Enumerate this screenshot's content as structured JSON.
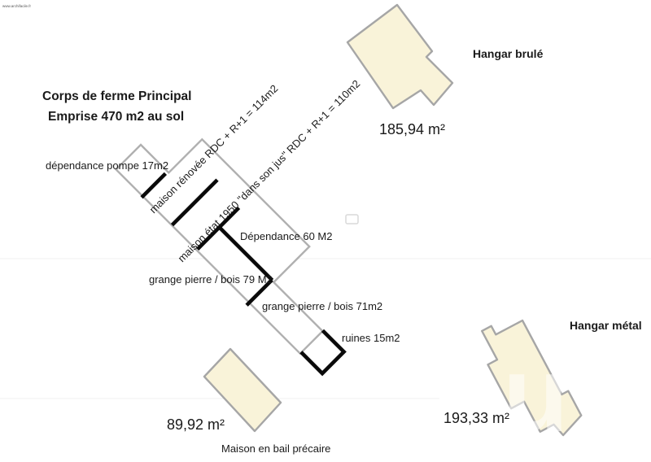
{
  "meta": {
    "watermark_site": "www.archifacile.fr",
    "watermark_glyph": "u"
  },
  "header": {
    "title": "Corps de ferme Principal",
    "subtitle": "Emprise 470 m2 au sol"
  },
  "farm_sections": {
    "pompe": "dépendance pompe 17m2",
    "maison_renovee": "maison rénovée RDC + R+1 = 114m2",
    "maison_etat": "maison état 1950 \"dans son jus\" RDC + R+1 = 110m2",
    "dependance": "Dépendance 60 M2",
    "grange79": "grange pierre / bois 79 M2",
    "grange71": "grange pierre / bois 71m2",
    "ruines": "ruines 15m2"
  },
  "buildings": {
    "hangar_brule": {
      "label": "Hangar brulé",
      "area": "185,94 m²"
    },
    "hangar_metal": {
      "label": "Hangar métal",
      "area": "193,33 m²"
    },
    "maison_bail": {
      "label": "Maison en bail précaire",
      "area": "89,92 m²"
    }
  },
  "colors": {
    "building_fill": "#f9f3d9",
    "building_stroke": "#a6a6a6",
    "band_stroke": "#b0b0b0",
    "divider_black": "#0a0a0a",
    "text": "#1a1a1a"
  }
}
